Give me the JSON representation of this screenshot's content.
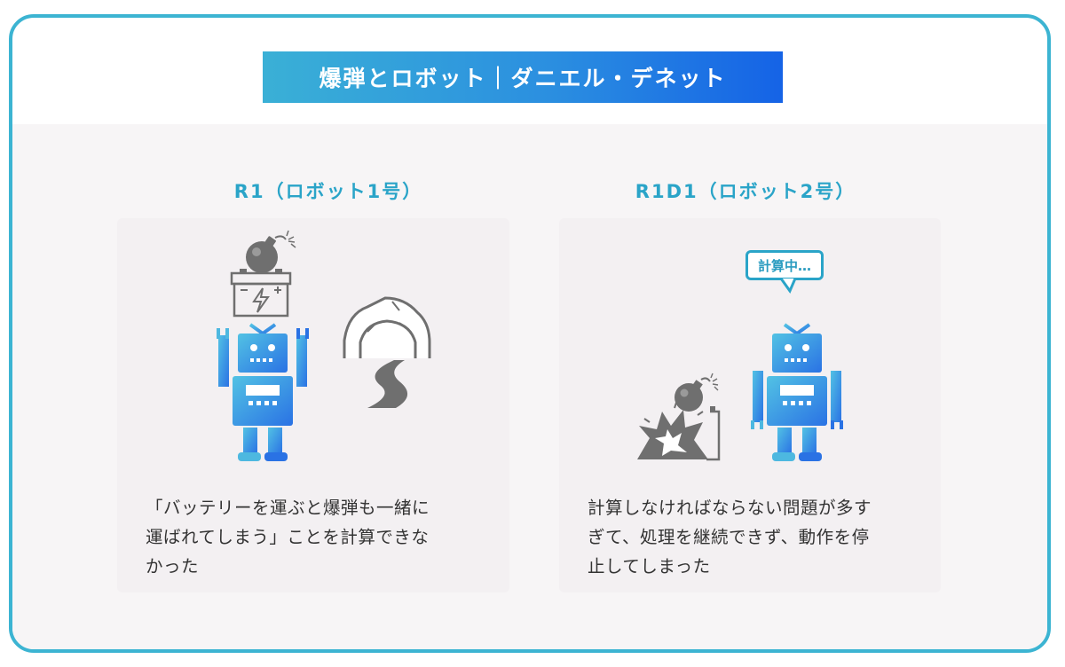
{
  "title": "爆弾とロボット｜ダニエル・デネット",
  "left": {
    "label": "R1（ロボット1号）",
    "caption_lines": [
      "「バッテリーを運ぶと爆弾も一緒に",
      "運ばれてしまう」ことを計算できな",
      "かった"
    ]
  },
  "right": {
    "label": "R1D1（ロボット2号）",
    "bubble": "計算中…",
    "caption_lines": [
      "計算しなければならない問題が多す",
      "ぎて、処理を継続できず、動作を停",
      "止してしまった"
    ]
  },
  "colors": {
    "accent": "#3cb4d2",
    "title_start": "#3ab0d6",
    "title_end": "#1563e6",
    "icon_gray": "#6f6f6f",
    "robot_light": "#4db8e0",
    "robot_dark": "#2a72e4"
  }
}
